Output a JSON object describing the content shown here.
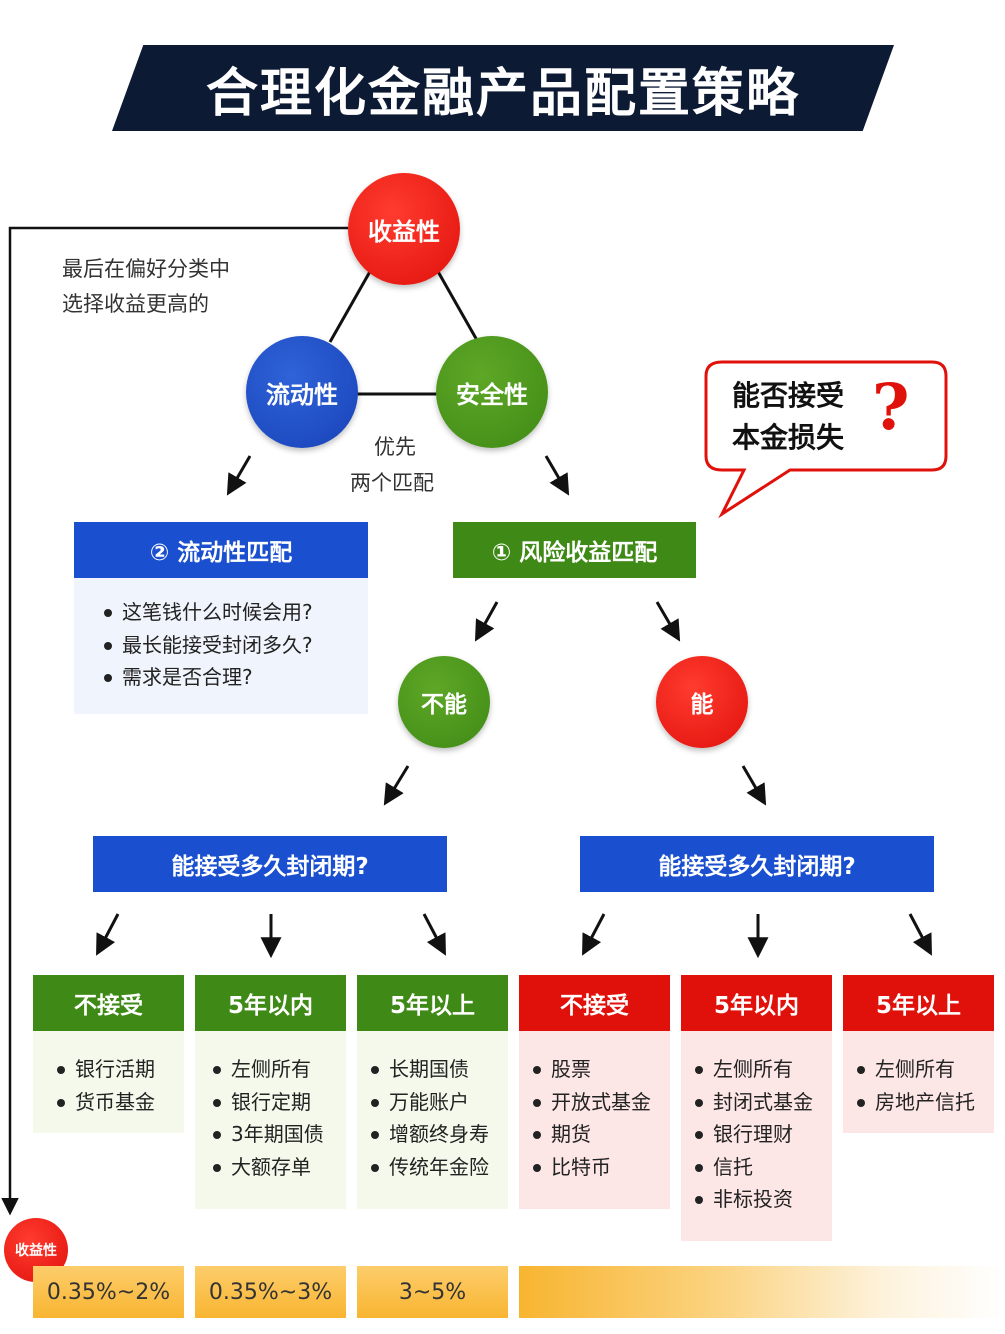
{
  "title": "合理化金融产品配置策略",
  "triangle": {
    "top": "收益性",
    "left": "流动性",
    "right": "安全性",
    "center_line1": "优先",
    "center_line2": "两个匹配"
  },
  "side_note": {
    "line1": "最后在偏好分类中",
    "line2": "选择收益更高的"
  },
  "bubble": {
    "line1": "能否接受",
    "line2": "本金损失",
    "mark": "?"
  },
  "liquidity_match": {
    "title": "② 流动性匹配",
    "items": [
      "这笔钱什么时候会用?",
      "最长能接受封闭多久?",
      "需求是否合理?"
    ]
  },
  "risk_match": {
    "title": "① 风险收益匹配"
  },
  "no_circle": "不能",
  "yes_circle": "能",
  "closure_question_left": "能接受多久封闭期?",
  "closure_question_right": "能接受多久封闭期?",
  "columns": [
    {
      "title": "不接受",
      "items": [
        "银行活期",
        "货币基金"
      ]
    },
    {
      "title": "5年以内",
      "items": [
        "左侧所有",
        "银行定期",
        "3年期国债",
        "大额存单"
      ]
    },
    {
      "title": "5年以上",
      "items": [
        "长期国债",
        "万能账户",
        "增额终身寿",
        "传统年金险"
      ]
    },
    {
      "title": "不接受",
      "items": [
        "股票",
        "开放式基金",
        "期货",
        "比特币"
      ]
    },
    {
      "title": "5年以内",
      "items": [
        "左侧所有",
        "封闭式基金",
        "银行理财",
        "信托",
        "非标投资"
      ]
    },
    {
      "title": "5年以上",
      "items": [
        "左侧所有",
        "房地产信托"
      ]
    }
  ],
  "returns": {
    "label": "收益性",
    "values": [
      "0.35%~2%",
      "0.35%~3%",
      "3~5%"
    ]
  },
  "colors": {
    "red": "#e0110b",
    "blue": "#1a4fcf",
    "green": "#3f8a16",
    "navy": "#0c1a33",
    "return_bar": "#f8b531"
  }
}
